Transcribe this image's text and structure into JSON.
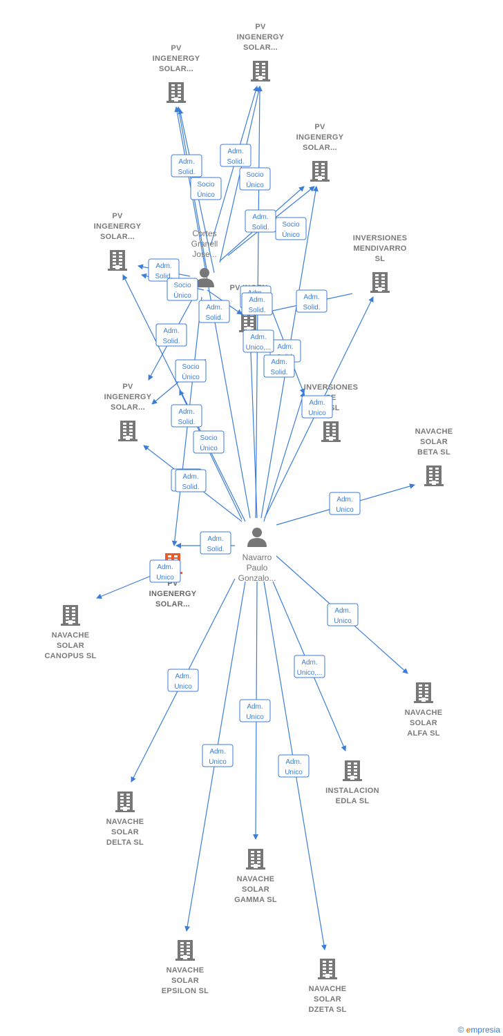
{
  "colors": {
    "edge": "#3b7dd8",
    "node": "#777777",
    "highlight": "#f05a28"
  },
  "nodes": [
    {
      "id": "pv1",
      "type": "company",
      "label": [
        "PV",
        "INGENERGY",
        "SOLAR..."
      ]
    },
    {
      "id": "pv2",
      "type": "company",
      "label": [
        "PV",
        "INGENERGY",
        "SOLAR..."
      ]
    },
    {
      "id": "pv3",
      "type": "company",
      "label": [
        "PV",
        "INGENERGY",
        "SOLAR..."
      ]
    },
    {
      "id": "pv4",
      "type": "company",
      "label": [
        "PV",
        "INGENERGY",
        "SOLAR..."
      ]
    },
    {
      "id": "pv5",
      "type": "company",
      "label": [
        "PV",
        "INGENERGY",
        "SOLAR..."
      ]
    },
    {
      "id": "pvingen",
      "type": "company",
      "label": [
        "PV INGEN",
        "SOL"
      ]
    },
    {
      "id": "mendivarro",
      "type": "company",
      "label": [
        "INVERSIONES",
        "MENDIVARRO",
        "SL"
      ]
    },
    {
      "id": "invse",
      "type": "company",
      "label": [
        "INVERSIONES",
        "SE",
        "S  SL"
      ]
    },
    {
      "id": "beta",
      "type": "company",
      "label": [
        "NAVACHE",
        "SOLAR",
        "BETA  SL"
      ]
    },
    {
      "id": "main",
      "type": "company-main",
      "label": [
        "PV",
        "INGENERGY",
        "SOLAR..."
      ]
    },
    {
      "id": "canopus",
      "type": "company",
      "label": [
        "NAVACHE",
        "SOLAR",
        "CANOPUS  SL"
      ]
    },
    {
      "id": "alfa",
      "type": "company",
      "label": [
        "NAVACHE",
        "SOLAR",
        "ALFA  SL"
      ]
    },
    {
      "id": "edla",
      "type": "company",
      "label": [
        "INSTALACION",
        "EDLA  SL"
      ]
    },
    {
      "id": "delta",
      "type": "company",
      "label": [
        "NAVACHE",
        "SOLAR",
        "DELTA  SL"
      ]
    },
    {
      "id": "gamma",
      "type": "company",
      "label": [
        "NAVACHE",
        "SOLAR",
        "GAMMA  SL"
      ]
    },
    {
      "id": "epsilon",
      "type": "company",
      "label": [
        "NAVACHE",
        "SOLAR",
        "EPSILON  SL"
      ]
    },
    {
      "id": "dzeta",
      "type": "company",
      "label": [
        "NAVACHE",
        "SOLAR",
        "DZETA  SL"
      ]
    },
    {
      "id": "cortes",
      "type": "person",
      "label": [
        "Cortes",
        "Granell",
        "Jose..."
      ]
    },
    {
      "id": "navarro",
      "type": "person",
      "label": [
        "Navarro",
        "Paulo",
        "Gonzalo..."
      ]
    }
  ],
  "edges": [
    {
      "from": "cortes",
      "to": "pv1",
      "label": [
        "Adm.",
        "Solid."
      ]
    },
    {
      "from": "cortes",
      "to": "pv1",
      "label": [
        "Socio",
        "Único"
      ]
    },
    {
      "from": "cortes",
      "to": "pv2",
      "label": [
        "Adm.",
        "Solid."
      ]
    },
    {
      "from": "cortes",
      "to": "pv2",
      "label": [
        "Socio",
        "Único"
      ]
    },
    {
      "from": "cortes",
      "to": "pv3",
      "label": [
        "Adm.",
        "Solid."
      ]
    },
    {
      "from": "cortes",
      "to": "pv3",
      "label": [
        "Socio",
        "Único"
      ]
    },
    {
      "from": "cortes",
      "to": "pv4",
      "label": [
        "Adm.",
        "Solid."
      ]
    },
    {
      "from": "cortes",
      "to": "pv4",
      "label": [
        "Socio",
        "Único"
      ]
    },
    {
      "from": "cortes",
      "to": "pv5",
      "label": [
        "Adm.",
        "Solid."
      ]
    },
    {
      "from": "cortes",
      "to": "pv5",
      "label": [
        "Socio",
        "Único"
      ]
    },
    {
      "from": "cortes",
      "to": "pvingen",
      "label": [
        "Adm.",
        "Solid."
      ]
    },
    {
      "from": "cortes",
      "to": "invse",
      "label": [
        "Adm.",
        "Solid."
      ]
    },
    {
      "from": "cortes",
      "to": "main",
      "label": [
        "Adm.",
        "Solid."
      ]
    },
    {
      "from": "mendivarro",
      "to": "pvingen",
      "label": [
        "Adm.",
        "Solid."
      ]
    },
    {
      "from": "navarro",
      "to": "pv1",
      "label": [
        "Adm.",
        "Solid."
      ]
    },
    {
      "from": "navarro",
      "to": "pv2",
      "label": [
        "Adm.",
        "Solid."
      ]
    },
    {
      "from": "navarro",
      "to": "pv3",
      "label": [
        "Adm.",
        "Solid."
      ]
    },
    {
      "from": "navarro",
      "to": "pv4",
      "label": [
        "Adm.",
        "Solid."
      ]
    },
    {
      "from": "navarro",
      "to": "pv5",
      "label": [
        "Adm.",
        "Solid."
      ]
    },
    {
      "from": "navarro",
      "to": "pv5",
      "label": [
        "Socio",
        "Único"
      ]
    },
    {
      "from": "navarro",
      "to": "pvingen",
      "label": [
        "Adm.",
        "Unico,..."
      ]
    },
    {
      "from": "navarro",
      "to": "invse",
      "label": [
        "Adm.",
        "Solid."
      ]
    },
    {
      "from": "navarro",
      "to": "mendivarro",
      "label": [
        "Adm.",
        "Unico"
      ]
    },
    {
      "from": "navarro",
      "to": "main",
      "label": [
        "Adm.",
        "Solid."
      ]
    },
    {
      "from": "navarro",
      "to": "beta",
      "label": [
        "Adm.",
        "Unico"
      ]
    },
    {
      "from": "navarro",
      "to": "canopus",
      "label": [
        "Adm.",
        "Unico"
      ]
    },
    {
      "from": "navarro",
      "to": "alfa",
      "label": [
        "Adm.",
        "Unico"
      ]
    },
    {
      "from": "navarro",
      "to": "edla",
      "label": [
        "Adm.",
        "Unico,..."
      ]
    },
    {
      "from": "navarro",
      "to": "delta",
      "label": [
        "Adm.",
        "Unico"
      ]
    },
    {
      "from": "navarro",
      "to": "gamma",
      "label": [
        "Adm.",
        "Unico"
      ]
    },
    {
      "from": "navarro",
      "to": "epsilon",
      "label": [
        "Adm.",
        "Unico"
      ]
    },
    {
      "from": "navarro",
      "to": "dzeta",
      "label": [
        "Adm.",
        "Unico"
      ]
    }
  ],
  "footer": {
    "copyright": "©",
    "brand_initial": "e",
    "brand_rest": "mpresia"
  }
}
